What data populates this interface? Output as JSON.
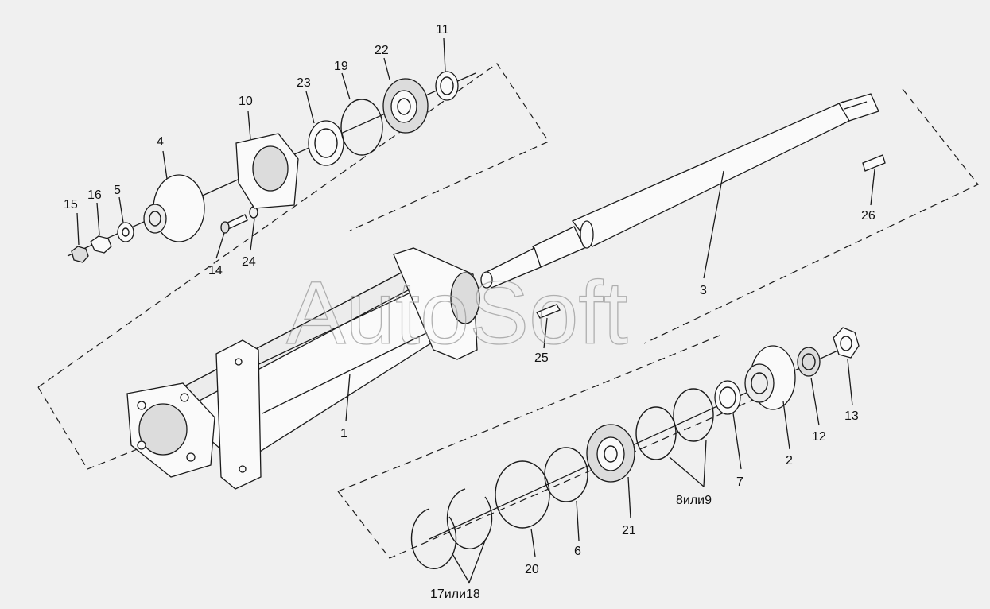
{
  "watermark": "AutoSoft",
  "callouts": [
    {
      "id": "c1",
      "text": "1"
    },
    {
      "id": "c2",
      "text": "2"
    },
    {
      "id": "c3",
      "text": "3"
    },
    {
      "id": "c4",
      "text": "4"
    },
    {
      "id": "c5",
      "text": "5"
    },
    {
      "id": "c6",
      "text": "6"
    },
    {
      "id": "c7",
      "text": "7"
    },
    {
      "id": "c8or9",
      "text": "8или9"
    },
    {
      "id": "c10",
      "text": "10"
    },
    {
      "id": "c11",
      "text": "11"
    },
    {
      "id": "c12",
      "text": "12"
    },
    {
      "id": "c13",
      "text": "13"
    },
    {
      "id": "c14",
      "text": "14"
    },
    {
      "id": "c15",
      "text": "15"
    },
    {
      "id": "c16",
      "text": "16"
    },
    {
      "id": "c17or18",
      "text": "17или18"
    },
    {
      "id": "c19",
      "text": "19"
    },
    {
      "id": "c20",
      "text": "20"
    },
    {
      "id": "c21",
      "text": "21"
    },
    {
      "id": "c22",
      "text": "22"
    },
    {
      "id": "c23",
      "text": "23"
    },
    {
      "id": "c24",
      "text": "24"
    },
    {
      "id": "c25",
      "text": "25"
    },
    {
      "id": "c26",
      "text": "26"
    }
  ]
}
